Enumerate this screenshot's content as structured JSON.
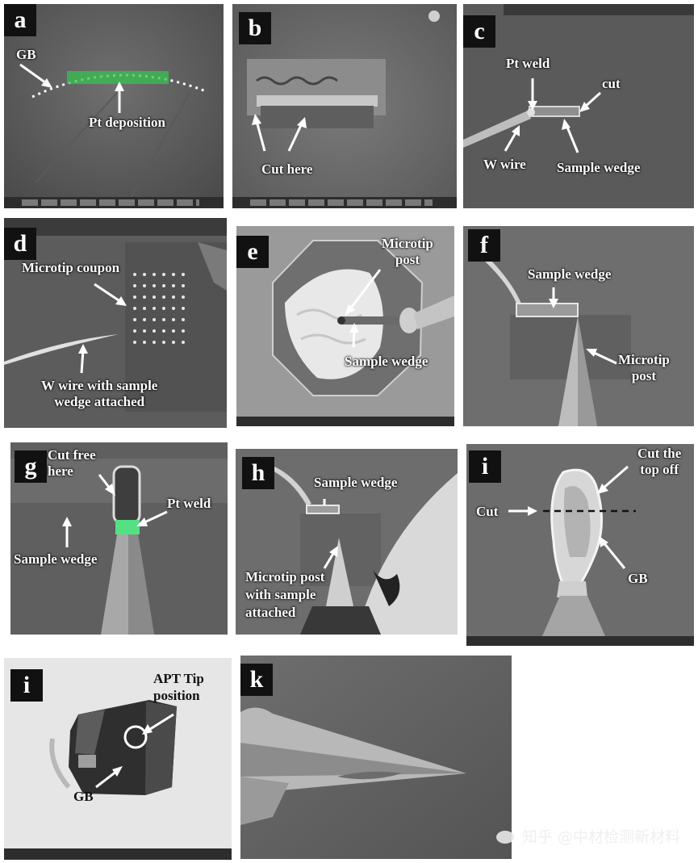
{
  "panels": {
    "a": {
      "label": "a",
      "gb": "GB",
      "pt_deposition": "Pt deposition"
    },
    "b": {
      "label": "b",
      "cut_here": "Cut here"
    },
    "c": {
      "label": "c",
      "pt_weld": "Pt weld",
      "cut": "cut",
      "w_wire": "W wire",
      "sample_wedge": "Sample wedge"
    },
    "d": {
      "label": "d",
      "microtip_coupon": "Microtip coupon",
      "w_wire_line1": "W wire with sample",
      "w_wire_line2": "wedge attached"
    },
    "e": {
      "label": "e",
      "microtip_line1": "Microtip",
      "microtip_line2": "post",
      "sample_wedge": "Sample wedge"
    },
    "f": {
      "label": "f",
      "sample_wedge": "Sample wedge",
      "microtip_line1": "Microtip",
      "microtip_line2": "post"
    },
    "g": {
      "label": "g",
      "cut_free_line1": "Cut free",
      "cut_free_line2": "here",
      "pt_weld": "Pt weld",
      "sample_wedge": "Sample wedge"
    },
    "h": {
      "label": "h",
      "sample_wedge": "Sample wedge",
      "post_line1": "Microtip post",
      "post_line2": "with sample",
      "post_line3": "attached"
    },
    "i1": {
      "label": "i",
      "cut_top_line1": "Cut the",
      "cut_top_line2": "top off",
      "cut": "Cut",
      "gb": "GB"
    },
    "i2": {
      "label": "i",
      "apt_line1": "APT Tip",
      "apt_line2": "position",
      "gb": "GB"
    },
    "k": {
      "label": "k"
    }
  },
  "watermark": "知乎 @中材检测新材料",
  "colors": {
    "sem_gray": "#6a6a6a",
    "highlight_green": "#4ee07a",
    "label_bg": "#111111",
    "arrow": "#ffffff"
  }
}
